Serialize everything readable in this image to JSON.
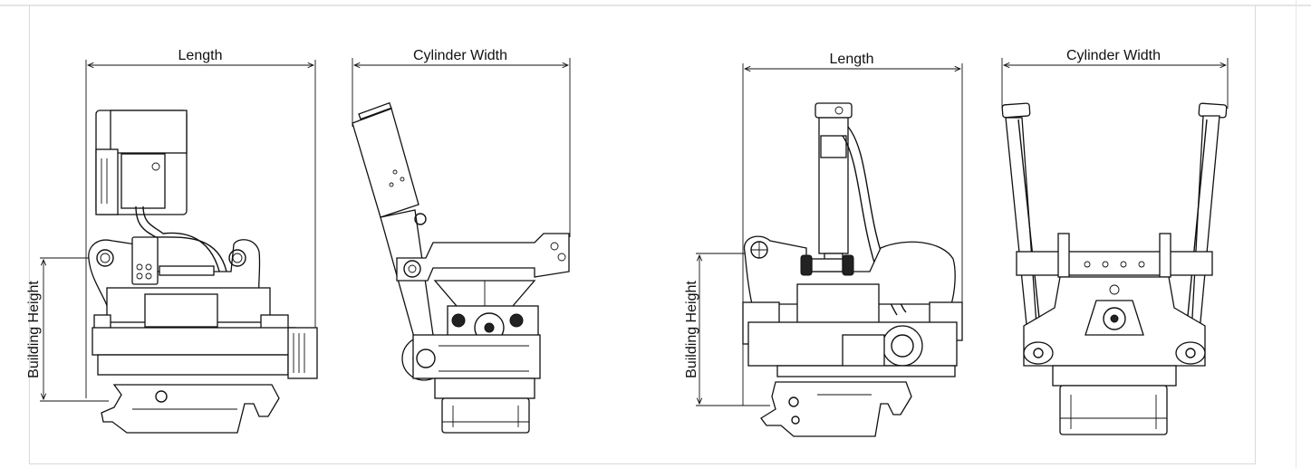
{
  "dimensions": {
    "tilt_rotator_side": {
      "length": "Length",
      "height": "Building Height"
    },
    "tilt_rotator_front": {
      "width": "Cylinder Width"
    },
    "tilt_side": {
      "length": "Length",
      "height": "Building Height"
    },
    "tilt_front": {
      "width": "Cylinder Width"
    }
  }
}
